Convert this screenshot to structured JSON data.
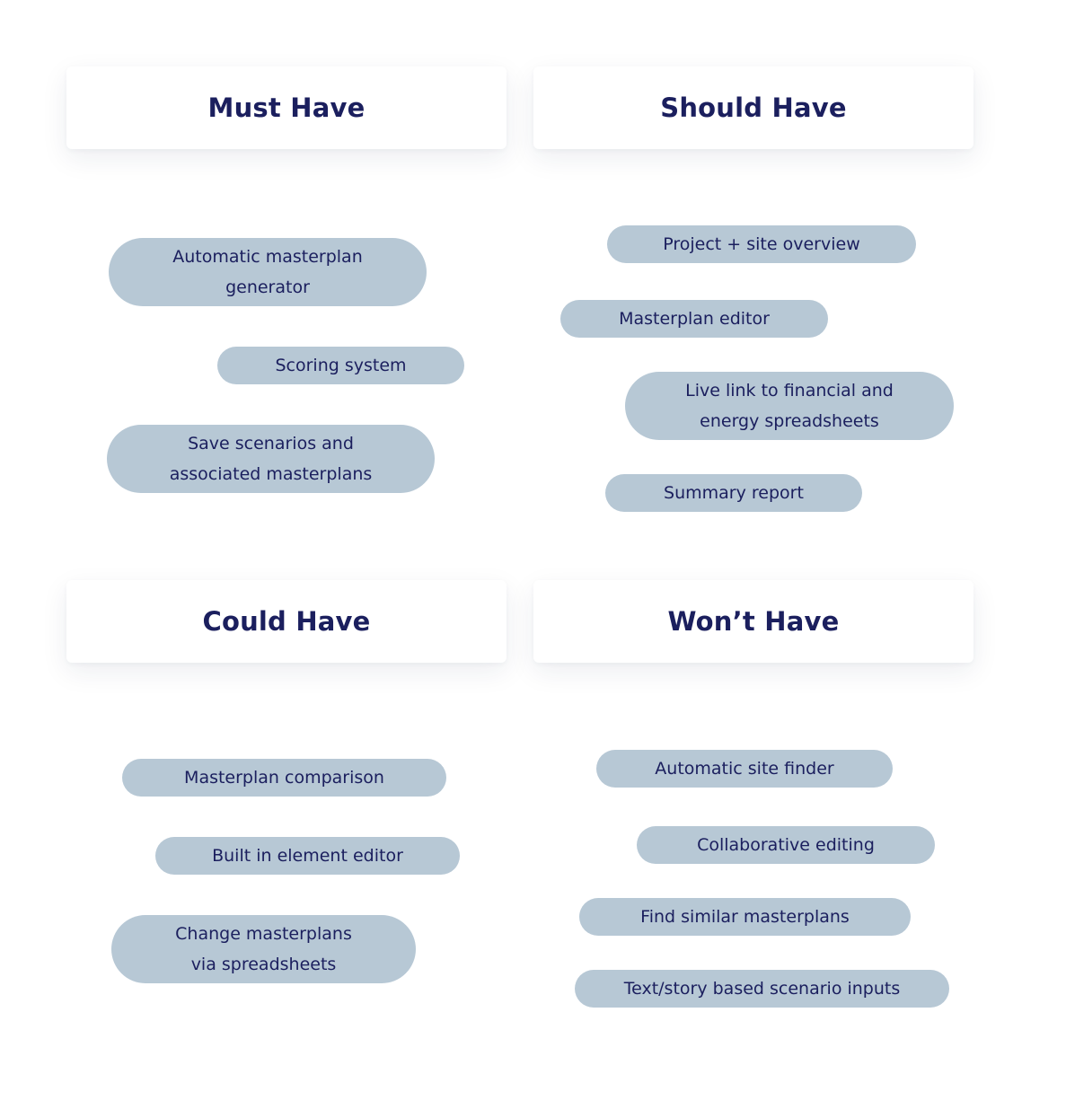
{
  "quadrants": {
    "must": {
      "title": "Must Have",
      "items": [
        "Automatic masterplan\ngenerator",
        "Scoring system",
        "Save scenarios and\nassociated masterplans"
      ]
    },
    "should": {
      "title": "Should Have",
      "items": [
        "Project + site overview",
        "Masterplan editor",
        "Live link to financial and\nenergy spreadsheets",
        "Summary report"
      ]
    },
    "could": {
      "title": "Could Have",
      "items": [
        "Masterplan comparison",
        "Built in element editor",
        "Change masterplans\nvia spreadsheets"
      ]
    },
    "wont": {
      "title": "Won’t Have",
      "items": [
        "Automatic site finder",
        "Collaborative editing",
        "Find similar masterplans",
        "Text/story based scenario inputs"
      ]
    }
  },
  "colors": {
    "pill_bg": "#b7c8d5",
    "text": "#1b1f5e",
    "card_bg": "#ffffff"
  }
}
